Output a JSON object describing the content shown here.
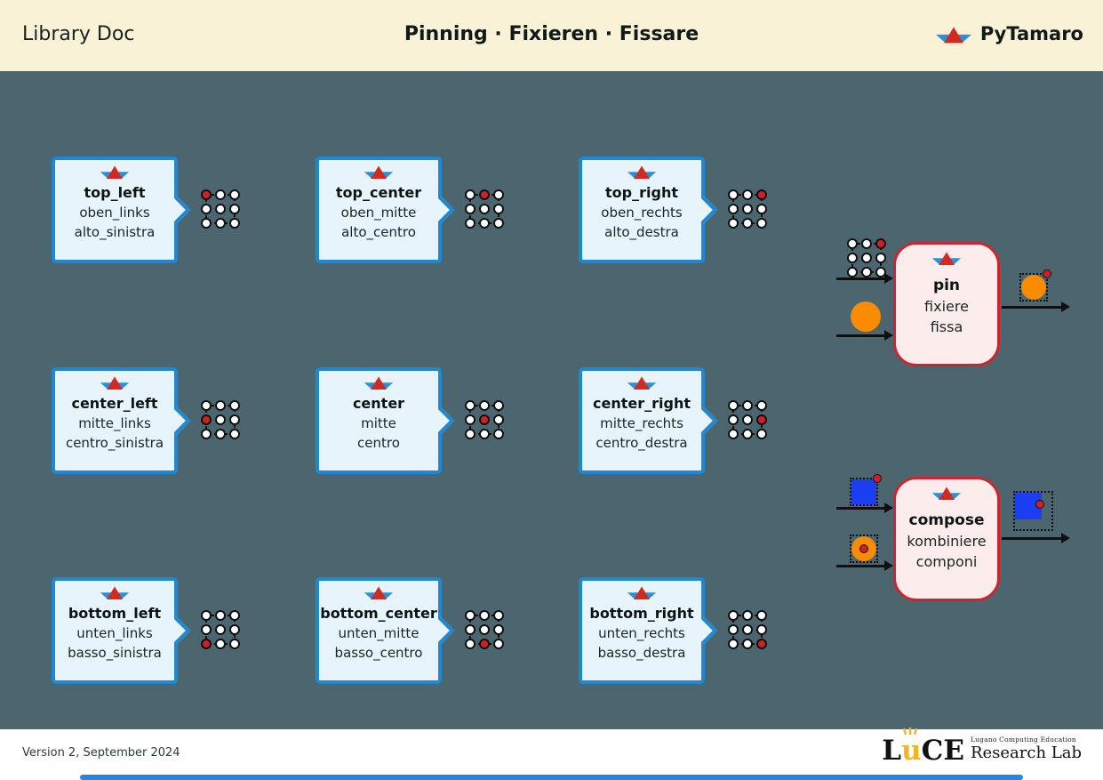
{
  "header": {
    "doc_type": "Library Doc",
    "title": "Pinning · Fixieren · Fissare",
    "brand": "PyTamaro"
  },
  "concepts": [
    {
      "title": "top_left",
      "german": "oben_links",
      "italian": "alto_sinistra",
      "pin_index": 0
    },
    {
      "title": "top_center",
      "german": "oben_mitte",
      "italian": "alto_centro",
      "pin_index": 1
    },
    {
      "title": "top_right",
      "german": "oben_rechts",
      "italian": "alto_destra",
      "pin_index": 2
    },
    {
      "title": "center_left",
      "german": "mitte_links",
      "italian": "centro_sinistra",
      "pin_index": 3
    },
    {
      "title": "center",
      "german": "mitte",
      "italian": "centro",
      "pin_index": 4
    },
    {
      "title": "center_right",
      "german": "mitte_rechts",
      "italian": "centro_destra",
      "pin_index": 5
    },
    {
      "title": "bottom_left",
      "german": "unten_links",
      "italian": "basso_sinistra",
      "pin_index": 6
    },
    {
      "title": "bottom_center",
      "german": "unten_mitte",
      "italian": "basso_centro",
      "pin_index": 7
    },
    {
      "title": "bottom_right",
      "german": "unten_rechts",
      "italian": "basso_destra",
      "pin_index": 8
    }
  ],
  "functions": {
    "pin": {
      "name": "pin",
      "german": "fixiere",
      "italian": "fissa",
      "input_grid_pin_index": 2
    },
    "compose": {
      "name": "compose",
      "german": "kombiniere",
      "italian": "componi"
    }
  },
  "footer": {
    "version": "Version 2, September 2024",
    "lab_l": "L",
    "lab_u": "u",
    "lab_ce": "CE",
    "lab_tagline": "Lugano Computing Education",
    "lab_name": "Research Lab"
  },
  "icons": {
    "brand_boat": "pytamaro-boat-icon",
    "lab_rays": "sun-rays-icon"
  },
  "colors": {
    "header_bg": "#faf2d7",
    "canvas_bg": "#4c6670",
    "card_fill": "#e7f4fc",
    "card_border": "#1e88d2",
    "function_fill": "#fcedec",
    "function_border": "#cf2430",
    "pin_red": "#d21f26",
    "orange": "#fb8b00",
    "blue": "#1a3ef0",
    "boat_red": "#d22a1f",
    "boat_blue": "#2b90d8",
    "luce_gold": "#f0b429",
    "accent_bar": "#1e88e5"
  }
}
